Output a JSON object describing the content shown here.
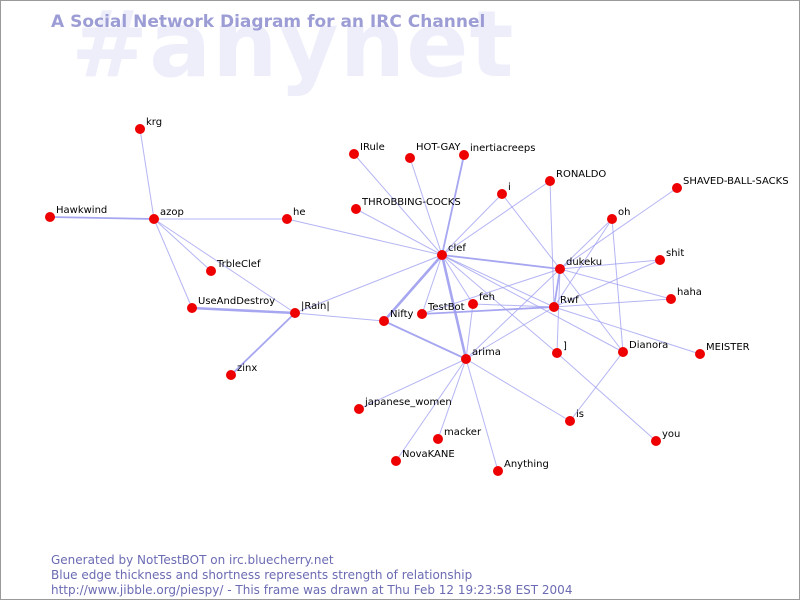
{
  "diagram": {
    "watermark": "#anynet",
    "title": "A Social Network Diagram for an IRC Channel",
    "colors": {
      "node": "#ee0000",
      "edge": "#9c9cf0",
      "title": "#9d9dd6",
      "watermark": "#eeeefb",
      "footer": "#6b6bb3"
    },
    "nodes": [
      {
        "id": "krg",
        "label": "krg"
      },
      {
        "id": "hawkwind",
        "label": "Hawkwind"
      },
      {
        "id": "azop",
        "label": "azop"
      },
      {
        "id": "he",
        "label": "he"
      },
      {
        "id": "trbleclef",
        "label": "TrbleClef"
      },
      {
        "id": "useanddestroy",
        "label": "UseAndDestroy"
      },
      {
        "id": "rain",
        "label": "|Rain|"
      },
      {
        "id": "zinx",
        "label": "zinx"
      },
      {
        "id": "irule",
        "label": "IRule"
      },
      {
        "id": "hotgay",
        "label": "HOT-GAY"
      },
      {
        "id": "inertiacreeps",
        "label": "inertiacreeps"
      },
      {
        "id": "throbbing",
        "label": "THROBBING-COCKS"
      },
      {
        "id": "clef",
        "label": "clef"
      },
      {
        "id": "i",
        "label": "i"
      },
      {
        "id": "ronaldo",
        "label": "RONALDO"
      },
      {
        "id": "shaved",
        "label": "SHAVED-BALL-SACKS"
      },
      {
        "id": "oh",
        "label": "oh"
      },
      {
        "id": "dukeku",
        "label": "dukeku"
      },
      {
        "id": "shit",
        "label": "shit"
      },
      {
        "id": "haha",
        "label": "haha"
      },
      {
        "id": "rwf",
        "label": "Rwf"
      },
      {
        "id": "feh",
        "label": "feh"
      },
      {
        "id": "testbot",
        "label": "TestBot"
      },
      {
        "id": "nifty",
        "label": "Nifty"
      },
      {
        "id": "arima",
        "label": "arima"
      },
      {
        "id": "bracket",
        "label": "]"
      },
      {
        "id": "dianora",
        "label": "Dianora"
      },
      {
        "id": "meister",
        "label": "MEISTER"
      },
      {
        "id": "japanese",
        "label": "japanese_women"
      },
      {
        "id": "macker",
        "label": "macker"
      },
      {
        "id": "novakane",
        "label": "NovaKANE"
      },
      {
        "id": "anything",
        "label": "Anything"
      },
      {
        "id": "is",
        "label": "is"
      },
      {
        "id": "you",
        "label": "you"
      }
    ],
    "edges": [
      {
        "from": "krg",
        "to": "azop",
        "weight": 1
      },
      {
        "from": "hawkwind",
        "to": "azop",
        "weight": 2
      },
      {
        "from": "azop",
        "to": "he",
        "weight": 1
      },
      {
        "from": "azop",
        "to": "trbleclef",
        "weight": 1
      },
      {
        "from": "azop",
        "to": "useanddestroy",
        "weight": 1
      },
      {
        "from": "azop",
        "to": "rain",
        "weight": 1
      },
      {
        "from": "useanddestroy",
        "to": "rain",
        "weight": 3
      },
      {
        "from": "zinx",
        "to": "rain",
        "weight": 2
      },
      {
        "from": "he",
        "to": "clef",
        "weight": 1
      },
      {
        "from": "rain",
        "to": "nifty",
        "weight": 1
      },
      {
        "from": "rain",
        "to": "clef",
        "weight": 1
      },
      {
        "from": "irule",
        "to": "clef",
        "weight": 1
      },
      {
        "from": "hotgay",
        "to": "clef",
        "weight": 1
      },
      {
        "from": "inertiacreeps",
        "to": "clef",
        "weight": 2
      },
      {
        "from": "throbbing",
        "to": "clef",
        "weight": 1
      },
      {
        "from": "i",
        "to": "clef",
        "weight": 1
      },
      {
        "from": "i",
        "to": "dukeku",
        "weight": 1
      },
      {
        "from": "ronaldo",
        "to": "clef",
        "weight": 1
      },
      {
        "from": "ronaldo",
        "to": "rwf",
        "weight": 1
      },
      {
        "from": "clef",
        "to": "dukeku",
        "weight": 2
      },
      {
        "from": "clef",
        "to": "rwf",
        "weight": 1
      },
      {
        "from": "clef",
        "to": "nifty",
        "weight": 3
      },
      {
        "from": "clef",
        "to": "arima",
        "weight": 3
      },
      {
        "from": "clef",
        "to": "feh",
        "weight": 1
      },
      {
        "from": "clef",
        "to": "bracket",
        "weight": 1
      },
      {
        "from": "clef",
        "to": "dianora",
        "weight": 1
      },
      {
        "from": "clef",
        "to": "testbot",
        "weight": 1
      },
      {
        "from": "shaved",
        "to": "dukeku",
        "weight": 1
      },
      {
        "from": "oh",
        "to": "dukeku",
        "weight": 1
      },
      {
        "from": "oh",
        "to": "dianora",
        "weight": 1
      },
      {
        "from": "oh",
        "to": "rwf",
        "weight": 1
      },
      {
        "from": "dukeku",
        "to": "shit",
        "weight": 1
      },
      {
        "from": "dukeku",
        "to": "haha",
        "weight": 1
      },
      {
        "from": "dukeku",
        "to": "rwf",
        "weight": 2
      },
      {
        "from": "dukeku",
        "to": "arima",
        "weight": 1
      },
      {
        "from": "dukeku",
        "to": "dianora",
        "weight": 1
      },
      {
        "from": "dukeku",
        "to": "bracket",
        "weight": 1
      },
      {
        "from": "dukeku",
        "to": "testbot",
        "weight": 1
      },
      {
        "from": "rwf",
        "to": "shit",
        "weight": 1
      },
      {
        "from": "rwf",
        "to": "haha",
        "weight": 1
      },
      {
        "from": "rwf",
        "to": "testbot",
        "weight": 2
      },
      {
        "from": "rwf",
        "to": "arima",
        "weight": 1
      },
      {
        "from": "rwf",
        "to": "meister",
        "weight": 1
      },
      {
        "from": "rwf",
        "to": "feh",
        "weight": 1
      },
      {
        "from": "nifty",
        "to": "arima",
        "weight": 2
      },
      {
        "from": "arima",
        "to": "japanese",
        "weight": 1
      },
      {
        "from": "arima",
        "to": "macker",
        "weight": 1
      },
      {
        "from": "arima",
        "to": "novakane",
        "weight": 1
      },
      {
        "from": "arima",
        "to": "anything",
        "weight": 1
      },
      {
        "from": "arima",
        "to": "is",
        "weight": 1
      },
      {
        "from": "arima",
        "to": "feh",
        "weight": 1
      },
      {
        "from": "bracket",
        "to": "you",
        "weight": 1
      },
      {
        "from": "dianora",
        "to": "is",
        "weight": 1
      }
    ]
  },
  "footer": {
    "line1": "Generated by NotTestBOT on irc.bluecherry.net",
    "line2": "Blue edge thickness and shortness represents strength of relationship",
    "line3": "http://www.jibble.org/piespy/ - This frame was drawn at Thu Feb 12 19:23:58 EST 2004"
  }
}
